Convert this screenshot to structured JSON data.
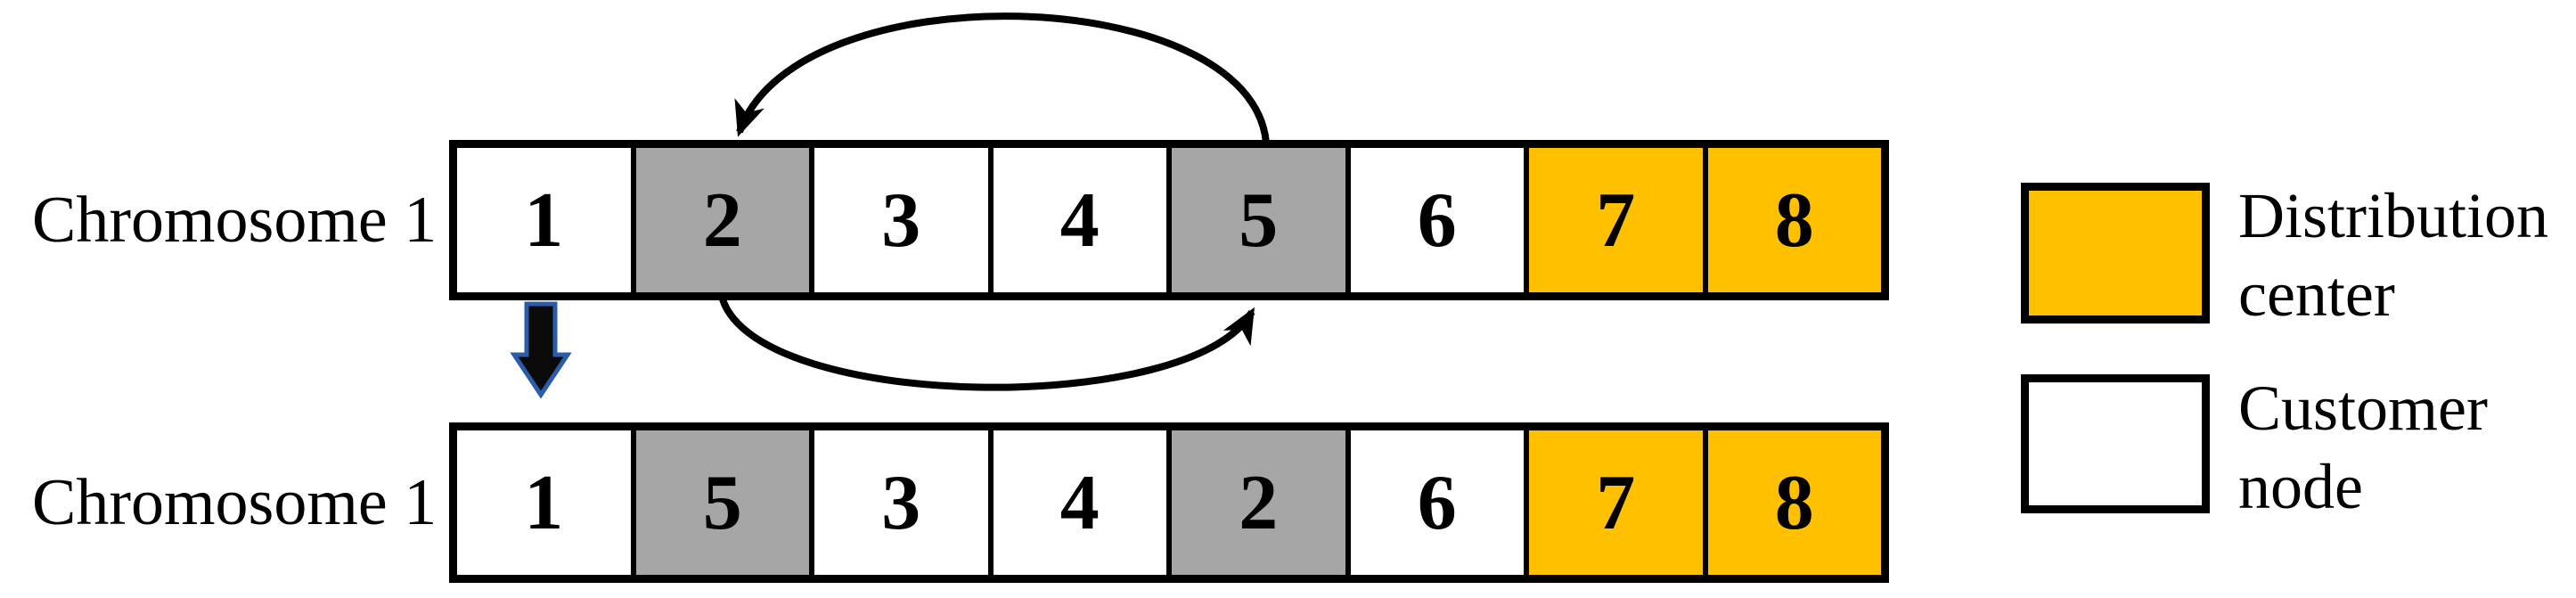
{
  "figure": {
    "rows": [
      {
        "label": "Chromosome 1",
        "cells": [
          {
            "value": "1",
            "type": "customer"
          },
          {
            "value": "2",
            "type": "swap"
          },
          {
            "value": "3",
            "type": "customer"
          },
          {
            "value": "4",
            "type": "customer"
          },
          {
            "value": "5",
            "type": "swap"
          },
          {
            "value": "6",
            "type": "customer"
          },
          {
            "value": "7",
            "type": "distribution"
          },
          {
            "value": "8",
            "type": "distribution"
          }
        ]
      },
      {
        "label": "Chromosome 1",
        "cells": [
          {
            "value": "1",
            "type": "customer"
          },
          {
            "value": "5",
            "type": "swap"
          },
          {
            "value": "3",
            "type": "customer"
          },
          {
            "value": "4",
            "type": "customer"
          },
          {
            "value": "2",
            "type": "swap"
          },
          {
            "value": "6",
            "type": "customer"
          },
          {
            "value": "7",
            "type": "distribution"
          },
          {
            "value": "8",
            "type": "distribution"
          }
        ]
      }
    ],
    "arrows": {
      "top_swap_arc": {
        "from_cell_value": "5",
        "to_cell_value": "2"
      },
      "bottom_swap_arc": {
        "from_cell_value": "2",
        "to_cell_value": "5"
      }
    },
    "legend": [
      {
        "line1": "Distribution",
        "line2": "center",
        "swatch": "distribution_center"
      },
      {
        "line1": "Customer",
        "line2": "node",
        "swatch": "customer_node"
      }
    ],
    "colors": {
      "distribution_center": "#FFC000",
      "swap_highlight": "#A6A6A6",
      "customer_node": "#FFFFFF",
      "outline": "#000000",
      "mutation_arrow_fill": "#0A0A0A",
      "mutation_arrow_stroke": "#2A5CAA"
    }
  }
}
